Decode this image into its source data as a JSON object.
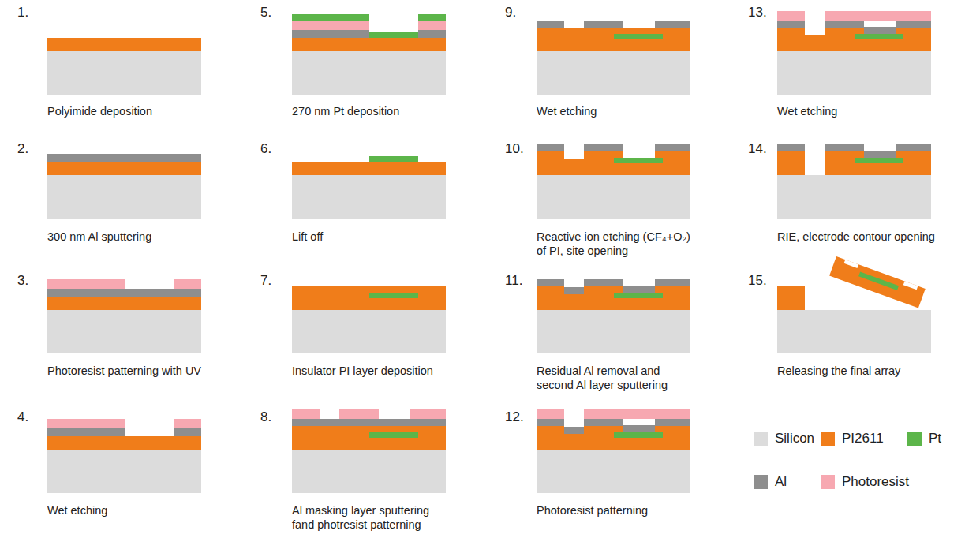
{
  "diagram": {
    "labels": [
      "1.",
      "Polyimide deposition",
      "2.",
      "300 nm Al sputtering",
      "3.",
      "Photoresist patterning with UV",
      "4.",
      "Wet etching",
      "5.",
      "270 nm Pt deposition",
      "6.",
      "Lift off",
      "7.",
      "Insulator PI layer deposition",
      "8.",
      "Al masking layer sputtering fand photresist patterning",
      "9.",
      "Wet etching",
      "10.",
      "Reactive ion etching (CF₄+O₂) of PI, site opening",
      "11.",
      "Residual Al removal and second Al layer sputtering",
      "12.",
      "Photoresist patterning",
      "13.",
      "Wet etching",
      "14.",
      "RIE, electrode contour opening",
      "15.",
      "Releasing the final array"
    ],
    "legend": [
      {
        "text": "Silicon",
        "color": "#dcdcdc"
      },
      {
        "text": "PI2611",
        "color": "#f07d1a"
      },
      {
        "text": "Pt",
        "color": "#5cb54a"
      },
      {
        "text": "Al",
        "color": "#8e8e8e"
      },
      {
        "text": "Photoresist",
        "color": "#f7a8b1"
      }
    ]
  }
}
